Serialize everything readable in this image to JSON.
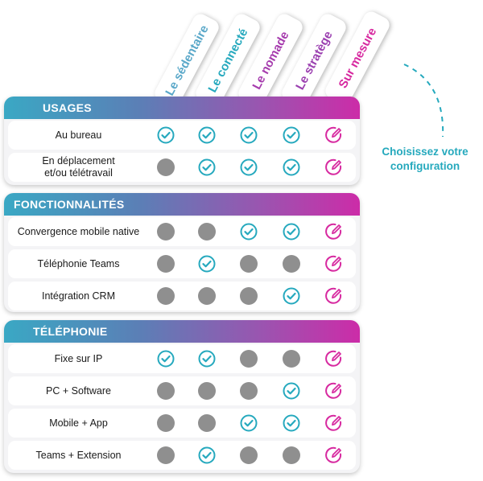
{
  "columns": [
    {
      "label": "Le sédentaire",
      "color": "#5aa8c9"
    },
    {
      "label": "Le connecté",
      "color": "#26a9be"
    },
    {
      "label": "Le nomade",
      "color": "#a63cae"
    },
    {
      "label": "Le stratège",
      "color": "#9b3fb0"
    },
    {
      "label": "Sur mesure",
      "color": "#d72aa0"
    }
  ],
  "cta": {
    "line1": "Choisissez votre",
    "line2": "configuration"
  },
  "sections": [
    {
      "title": "USAGES",
      "rows": [
        {
          "label": "Au bureau",
          "values": [
            "check",
            "check",
            "check",
            "check",
            "custom"
          ]
        },
        {
          "label": "En déplacement et/ou télétravail",
          "values": [
            "dot",
            "check",
            "check",
            "check",
            "custom"
          ]
        }
      ]
    },
    {
      "title": "FONCTIONNALITÉS",
      "rows": [
        {
          "label": "Convergence mobile native",
          "values": [
            "dot",
            "dot",
            "check",
            "check",
            "custom"
          ]
        },
        {
          "label": "Téléphonie Teams",
          "values": [
            "dot",
            "check",
            "dot",
            "dot",
            "custom"
          ]
        },
        {
          "label": "Intégration CRM",
          "values": [
            "dot",
            "dot",
            "dot",
            "check",
            "custom"
          ]
        }
      ]
    },
    {
      "title": "TÉLÉPHONIE",
      "rows": [
        {
          "label": "Fixe sur IP",
          "values": [
            "check",
            "check",
            "dot",
            "dot",
            "custom"
          ]
        },
        {
          "label": "PC + Software",
          "values": [
            "dot",
            "dot",
            "dot",
            "check",
            "custom"
          ]
        },
        {
          "label": "Mobile + App",
          "values": [
            "dot",
            "dot",
            "check",
            "check",
            "custom"
          ]
        },
        {
          "label": "Teams + Extension",
          "values": [
            "dot",
            "check",
            "dot",
            "dot",
            "custom"
          ]
        }
      ]
    }
  ],
  "colors": {
    "check": "#26a9be",
    "custom": "#d72aa0",
    "dot": "#8f8f8f"
  }
}
